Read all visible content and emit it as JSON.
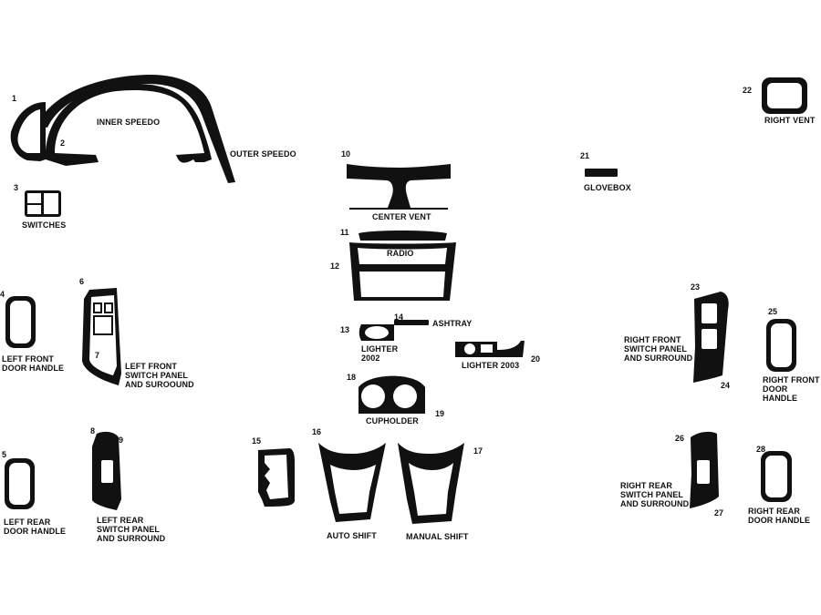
{
  "colors": {
    "part_fill": "#111111",
    "part_cutout": "#ffffff",
    "text": "#111111"
  },
  "numbers": {
    "n1": "1",
    "n2": "2",
    "n3": "3",
    "n4": "4",
    "n5": "5",
    "n6": "6",
    "n7": "7",
    "n8": "8",
    "n9": "9",
    "n10": "10",
    "n11": "11",
    "n12": "12",
    "n13": "13",
    "n14": "14",
    "n15": "15",
    "n16": "16",
    "n17": "17",
    "n18": "18",
    "n19": "19",
    "n20": "20",
    "n21": "21",
    "n22": "22",
    "n23": "23",
    "n24": "24",
    "n25": "25",
    "n26": "26",
    "n27": "27",
    "n28": "28"
  },
  "labels": {
    "inner_speedo": "INNER SPEEDO",
    "outer_speedo": "OUTER SPEEDO",
    "switches": "SWITCHES",
    "center_vent": "CENTER VENT",
    "radio": "RADIO",
    "ashtray": "ASHTRAY",
    "lighter_2002": "LIGHTER\n2002",
    "lighter_2003": "LIGHTER 2003",
    "cupholder": "CUPHOLDER",
    "glovebox": "GLOVEBOX",
    "right_vent": "RIGHT VENT",
    "left_front_door_handle": "LEFT FRONT\nDOOR HANDLE",
    "left_front_switch_panel": "LEFT FRONT\nSWITCH PANEL\nAND SUROOUND",
    "left_rear_door_handle": "LEFT REAR\nDOOR HANDLE",
    "left_rear_switch_panel": "LEFT REAR\nSWITCH PANEL\nAND SURROUND",
    "auto_shift": "AUTO SHIFT",
    "manual_shift": "MANUAL SHIFT",
    "right_front_switch_panel": "RIGHT FRONT\nSWITCH PANEL\nAND SURROUND",
    "right_front_door_handle": "RIGHT FRONT\nDOOR HANDLE",
    "right_rear_switch_panel": "RIGHT REAR\nSWITCH PANEL\nAND SURROUND",
    "right_rear_door_handle": "RIGHT REAR\nDOOR HANDLE"
  }
}
